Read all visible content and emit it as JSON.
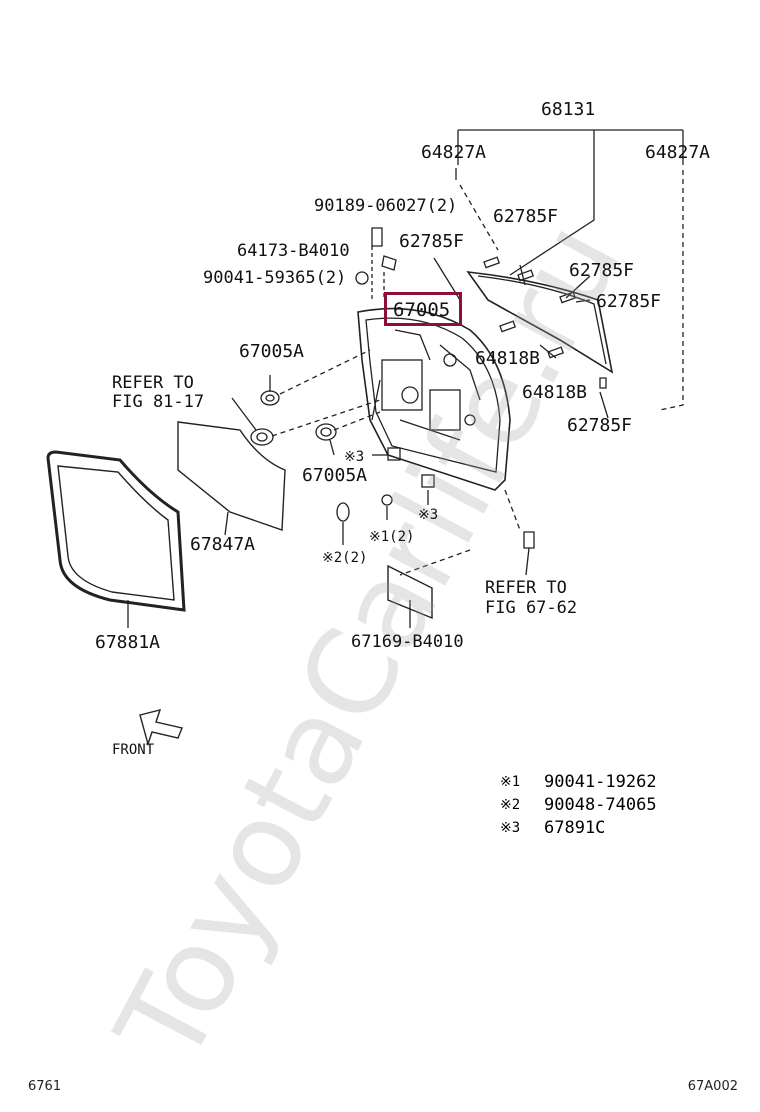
{
  "labels": {
    "p68131": "68131",
    "p64827A_left": "64827A",
    "p64827A_right": "64827A",
    "p90189": "90189-06027(2)",
    "p62785F_1": "62785F",
    "p64173": "64173-B4010",
    "p62785F_2": "62785F",
    "p62785F_3": "62785F",
    "p90041_59365": "90041-59365(2)",
    "p62785F_4": "62785F",
    "p67005A_1": "67005A",
    "p64818B_1": "64818B",
    "refer_81_line1": "REFER TO",
    "refer_81_line2": "FIG 81-17",
    "p64818B_2": "64818B",
    "p62785F_5": "62785F",
    "mark3_a": "※3",
    "p67005A_2": "67005A",
    "mark3_b": "※3",
    "mark1": "※1(2)",
    "mark2": "※2(2)",
    "p67847A": "67847A",
    "refer_67_line1": "REFER TO",
    "refer_67_line2": "FIG 67-62",
    "p67881A": "67881A",
    "p67169": "67169-B4010",
    "front": "FRONT"
  },
  "highlight": {
    "part": "67005",
    "color": "#8b1038"
  },
  "legend": [
    {
      "mark": "※1",
      "part": "90041-19262"
    },
    {
      "mark": "※2",
      "part": "90048-74065"
    },
    {
      "mark": "※3",
      "part": "67891C"
    }
  ],
  "watermark": "ToyotaCarlife.ru",
  "footer": {
    "left": "6761",
    "right": "67A002"
  }
}
